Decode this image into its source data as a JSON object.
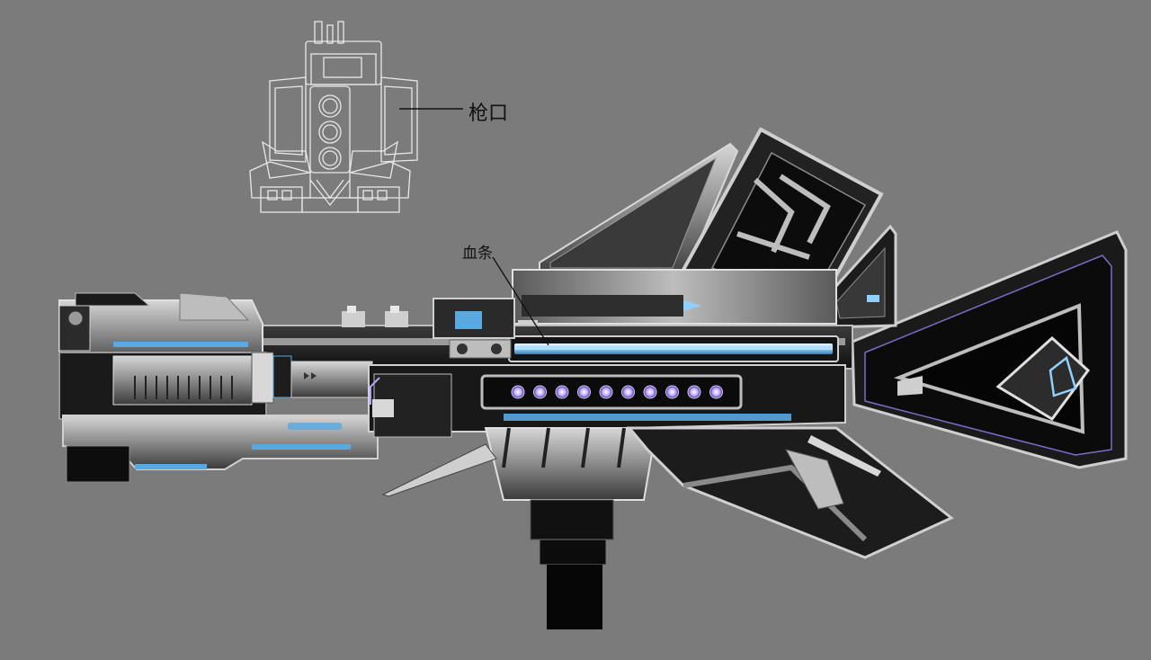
{
  "callouts": {
    "muzzle": "枪口",
    "health_bar": "血条"
  },
  "colors": {
    "background": "#7b7b7b",
    "sketch_line": "#e8e8e8",
    "glow_blue": "#8fd0ff",
    "glow_purple": "#b9a2ff",
    "metal_light": "#c9c9c9",
    "metal_dark": "#2b2b2b",
    "black": "#0b0b0b"
  },
  "ui": {
    "health_bar_level": 1.0,
    "ammo_slot_count": 10
  }
}
